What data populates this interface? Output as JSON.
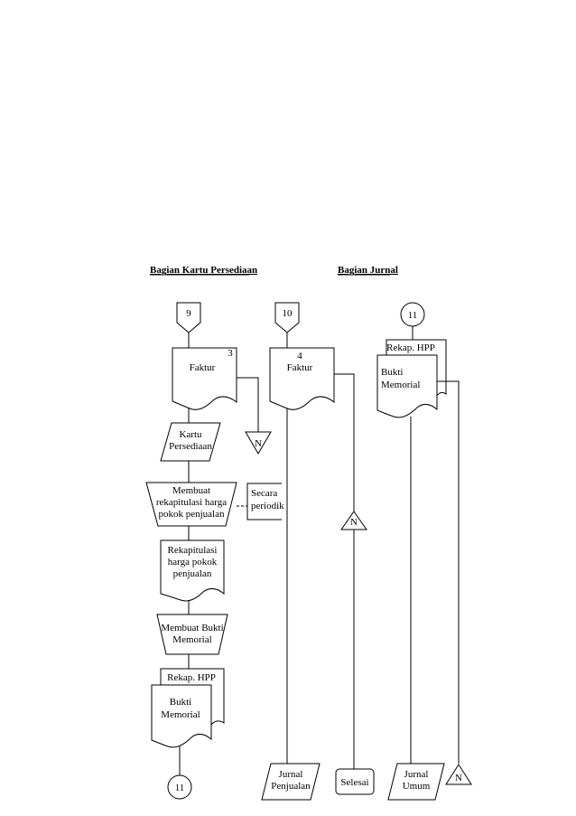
{
  "headers": {
    "left": "Bagian Kartu Persediaan",
    "right": "Bagian Jurnal"
  },
  "connectors": {
    "c9": "9",
    "c10": "10",
    "c11_top": "11",
    "c11_bottom": "11"
  },
  "documents": {
    "faktur_left": "Faktur",
    "faktur_left_copy": "3",
    "faktur_right": "Faktur",
    "faktur_right_copy": "4",
    "rekap_hpp_top": "Rekap. HPP",
    "bukti_memorial_top_1": "Bukti",
    "bukti_memorial_top_2": "Memorial",
    "rekapitulasi_1": "Rekapitulasi",
    "rekapitulasi_2": "harga pokok",
    "rekapitulasi_3": "penjualan",
    "rekap_hpp_bottom": "Rekap. HPP",
    "bukti_memorial_bottom_1": "Bukti",
    "bukti_memorial_bottom_2": "Memorial"
  },
  "records": {
    "kartu_persediaan_1": "Kartu",
    "kartu_persediaan_2": "Persediaan",
    "jurnal_penjualan_1": "Jurnal",
    "jurnal_penjualan_2": "Penjualan",
    "jurnal_umum_1": "Jurnal",
    "jurnal_umum_2": "Umum"
  },
  "processes": {
    "rekap_1": "Membuat",
    "rekap_2": "rekapitulasi harga",
    "rekap_3": "pokok penjualan",
    "bukti_1": "Membuat Bukti",
    "bukti_2": "Memorial"
  },
  "annotation": {
    "line1": "Secara",
    "line2": "periodik"
  },
  "files": {
    "n_left": "N",
    "n_mid": "N",
    "n_right": "N"
  },
  "terminator": {
    "selesai": "Selesai"
  }
}
